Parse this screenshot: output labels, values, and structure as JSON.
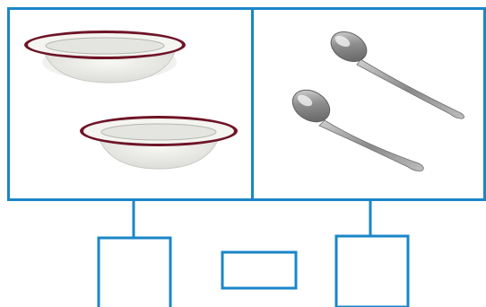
{
  "figure": {
    "left_panel": {
      "picture": "two-soup-plates",
      "count": 2
    },
    "right_panel": {
      "picture": "two-spoons",
      "count": 2
    },
    "answer_boxes": [
      {
        "id": "left-box",
        "content": ""
      },
      {
        "id": "middle-box",
        "content": ""
      },
      {
        "id": "right-box",
        "content": ""
      }
    ]
  },
  "colors": {
    "line": "#1a86c8",
    "plate_rim": "#6e1426",
    "plate_body": "#eeeeea",
    "spoon_metal": "#9a9a9a"
  }
}
